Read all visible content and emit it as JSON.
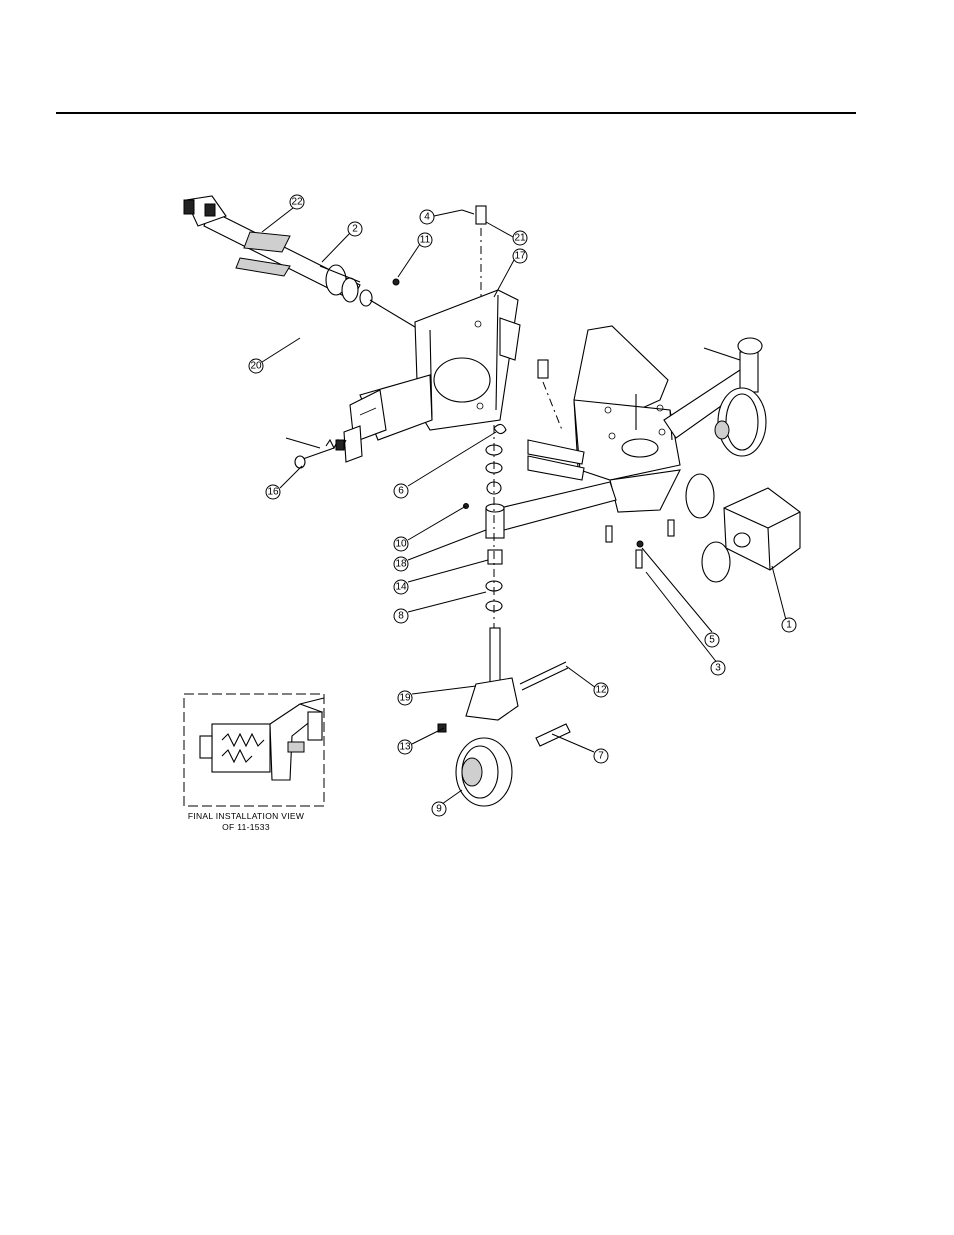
{
  "diagram": {
    "callouts": [
      "1",
      "2",
      "3",
      "4",
      "5",
      "6",
      "7",
      "8",
      "9",
      "10",
      "11",
      "12",
      "13",
      "14",
      "16",
      "17",
      "18",
      "19",
      "20",
      "21",
      "22"
    ],
    "detail_caption": {
      "line1": "FINAL INSTALLATION VIEW",
      "line2": "OF 11-1533"
    }
  }
}
